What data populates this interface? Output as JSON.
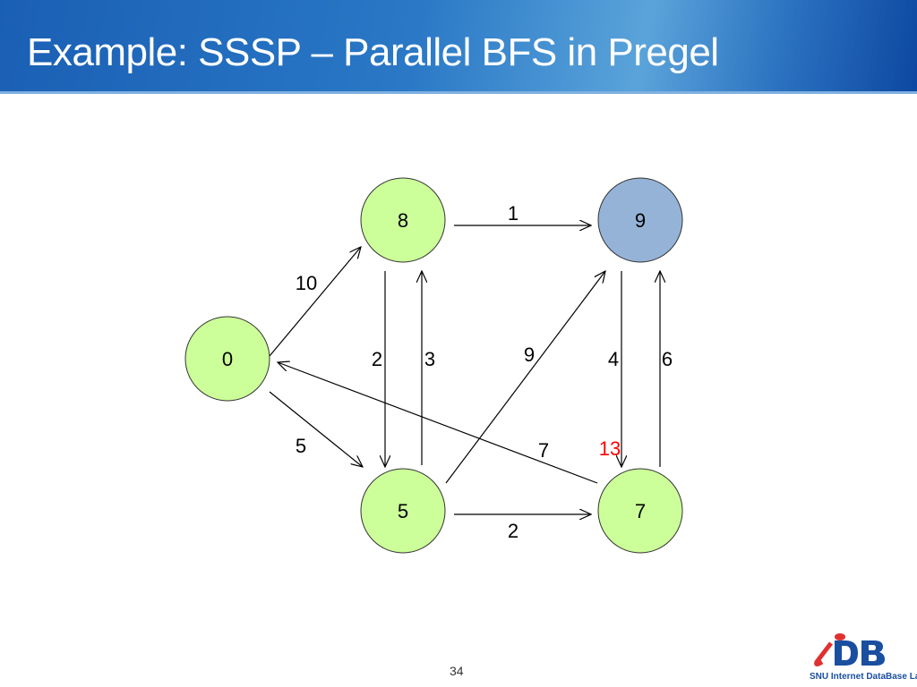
{
  "slide": {
    "title": "Example: SSSP – Parallel BFS in Pregel",
    "page_number": "34",
    "logo_text": "SNU Internet DataBase Lab."
  },
  "colors": {
    "active": "#ccff99",
    "inactive": "#95b3d7",
    "highlight": "#ff0000"
  },
  "graph": {
    "nodes": [
      {
        "id": "a",
        "label": "0",
        "state": "active"
      },
      {
        "id": "b",
        "label": "8",
        "state": "active"
      },
      {
        "id": "c",
        "label": "9",
        "state": "inactive"
      },
      {
        "id": "d",
        "label": "5",
        "state": "active"
      },
      {
        "id": "e",
        "label": "7",
        "state": "active"
      }
    ],
    "edges": [
      {
        "from": "a",
        "to": "b",
        "weight": "10"
      },
      {
        "from": "a",
        "to": "d",
        "weight": "5"
      },
      {
        "from": "b",
        "to": "c",
        "weight": "1"
      },
      {
        "from": "b",
        "to": "d",
        "weight": "2"
      },
      {
        "from": "d",
        "to": "b",
        "weight": "3"
      },
      {
        "from": "d",
        "to": "c",
        "weight": "9"
      },
      {
        "from": "c",
        "to": "e",
        "weight": "4"
      },
      {
        "from": "e",
        "to": "c",
        "weight": "6"
      },
      {
        "from": "d",
        "to": "e",
        "weight": "2"
      },
      {
        "from": "e",
        "to": "a",
        "weight": "7"
      }
    ],
    "message": "13"
  }
}
